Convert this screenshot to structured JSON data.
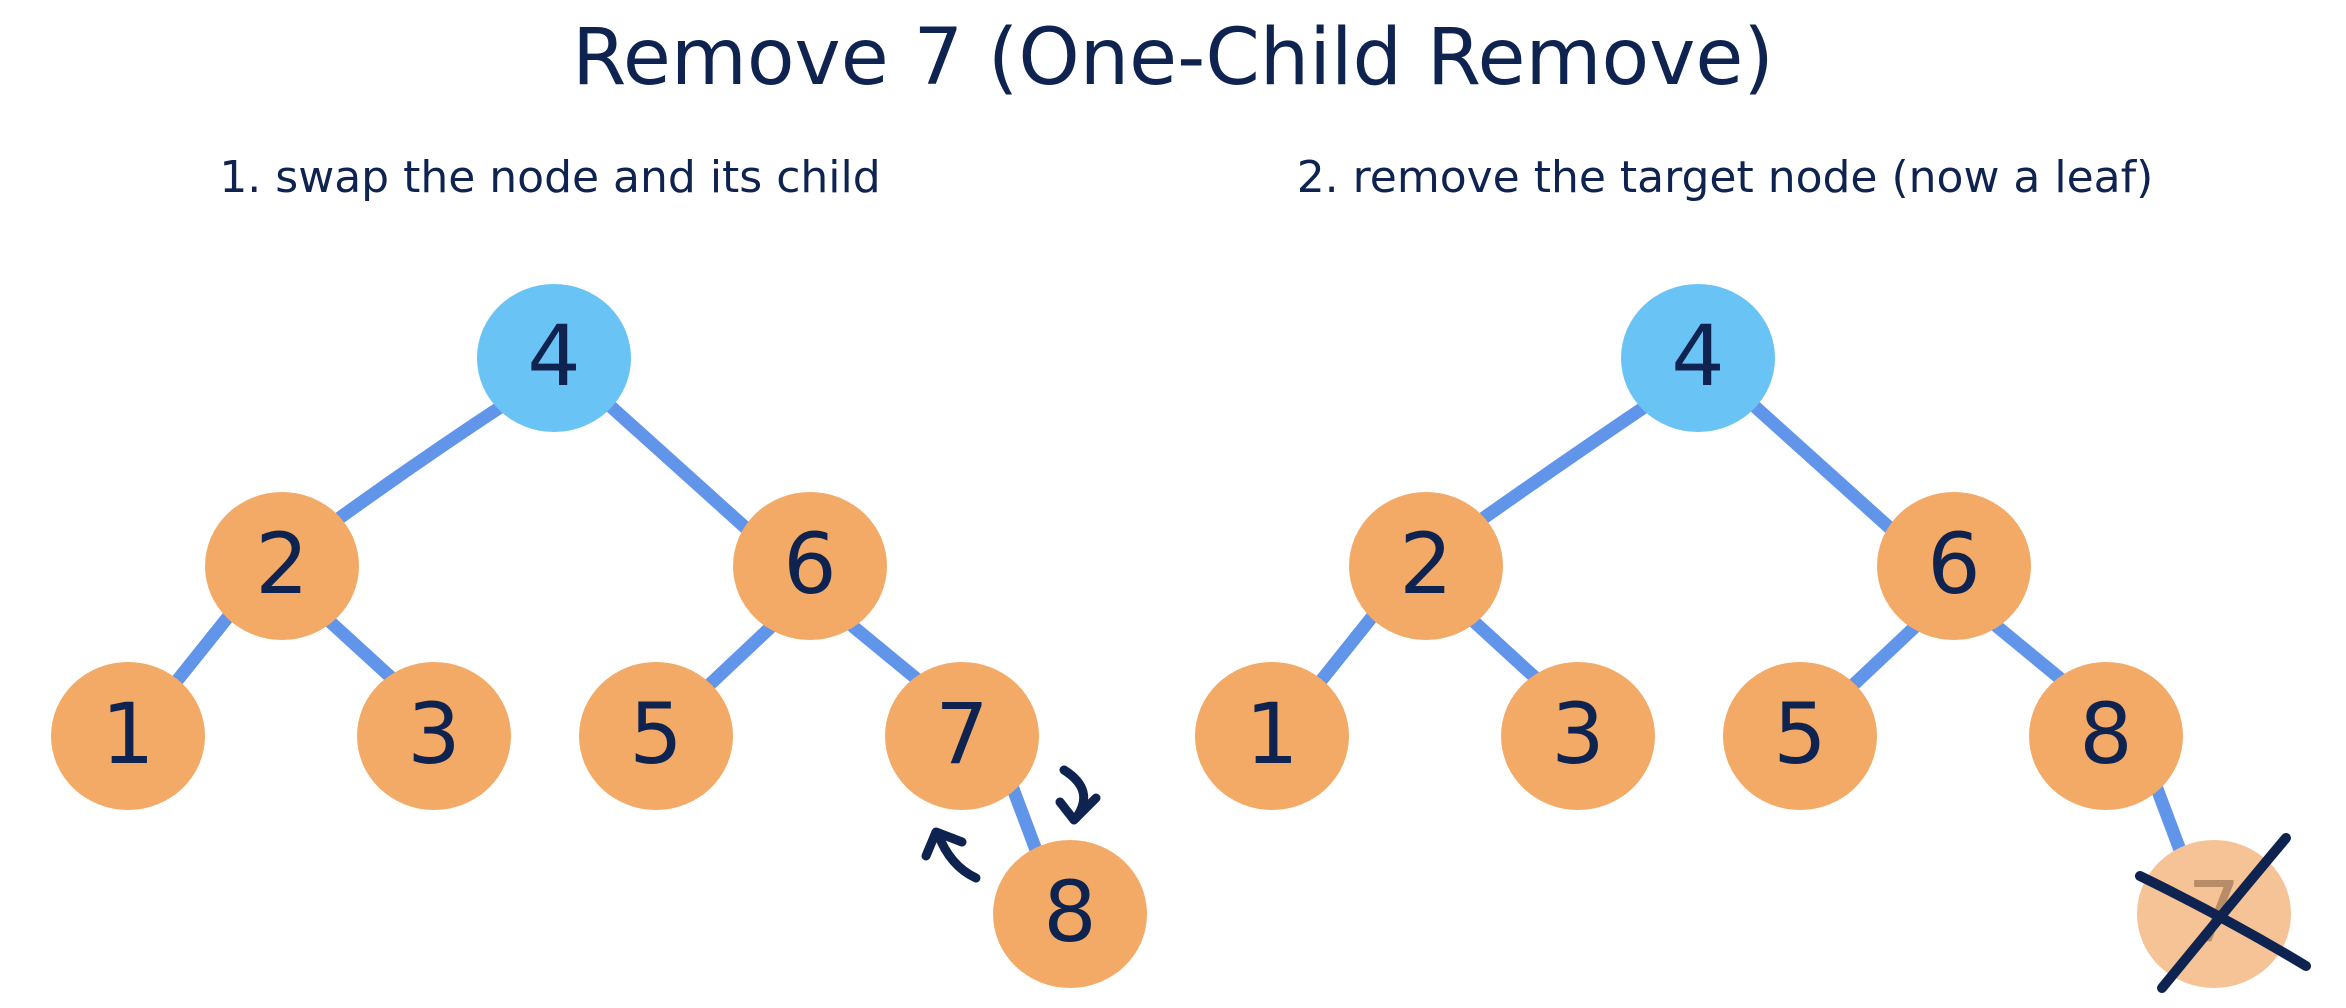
{
  "title": "Remove 7 (One-Child Remove)",
  "panels": [
    {
      "subtitle": "1. swap the node and its child",
      "nodes": [
        "4",
        "2",
        "6",
        "1",
        "3",
        "5",
        "7",
        "8"
      ]
    },
    {
      "subtitle": "2. remove the target node (now a leaf)",
      "nodes": [
        "4",
        "2",
        "6",
        "1",
        "3",
        "5",
        "8",
        "7"
      ]
    }
  ],
  "colors": {
    "root": "#69c3f4",
    "node": "#f2aa66",
    "removed_node": "#f6c397",
    "edge": "#6195ea",
    "text": "#0f2350"
  }
}
